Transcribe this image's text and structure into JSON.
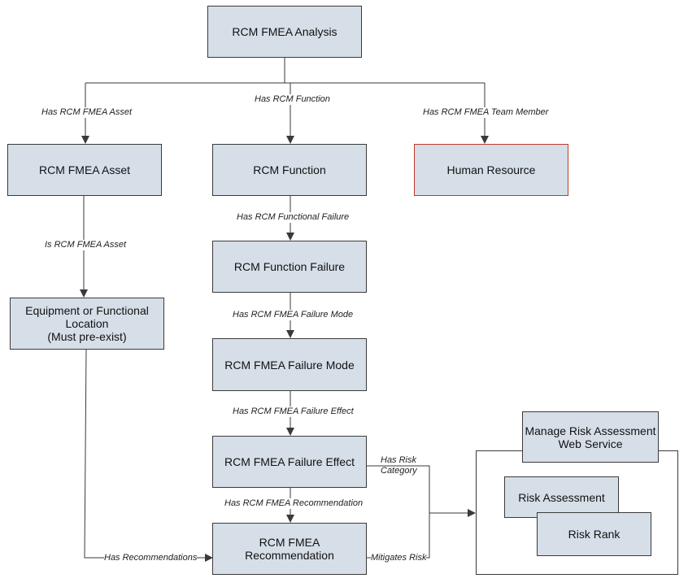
{
  "nodes": {
    "analysis": "RCM FMEA Analysis",
    "asset": "RCM FMEA Asset",
    "function": "RCM  Function",
    "human": "Human Resource",
    "equipment": "Equipment or Functional\nLocation\n(Must pre-exist)",
    "function_failure": "RCM Function Failure",
    "failure_mode": "RCM FMEA Failure Mode",
    "failure_effect": "RCM FMEA Failure Effect",
    "recommendation": "RCM FMEA\nRecommendation",
    "manage_risk": "Manage Risk Assessment\nWeb Service",
    "risk_assessment": "Risk Assessment",
    "risk_rank": "Risk Rank"
  },
  "edges": {
    "has_asset": "Has RCM FMEA Asset",
    "has_function": "Has RCM Function",
    "has_team_member": "Has RCM FMEA Team Member",
    "is_asset": "Is RCM FMEA Asset",
    "has_functional_failure": "Has RCM Functional Failure",
    "has_failure_mode": "Has RCM FMEA Failure Mode",
    "has_failure_effect": "Has RCM FMEA Failure Effect",
    "has_recommendation": "Has RCM FMEA Recommendation",
    "has_recommendations": "Has Recommendations",
    "has_risk_category": "Has Risk\nCategory",
    "mitigates_risk": "Mitigates Risk"
  },
  "colors": {
    "box_fill": "#d6dfe8",
    "box_border": "#3a3a3a",
    "highlight_border": "#c0392b",
    "line": "#3a3a3a"
  }
}
